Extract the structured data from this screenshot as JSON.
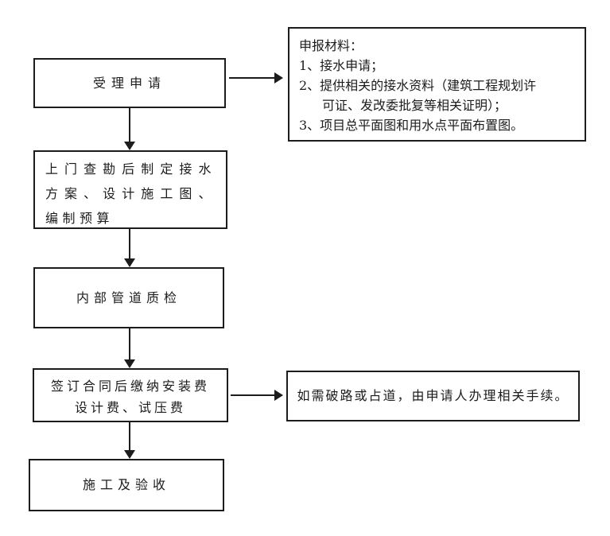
{
  "diagram": {
    "type": "flowchart",
    "steps": {
      "step1": "受理申请",
      "step2": "上门查勘后制定接水方案、设计施工图、编制预算",
      "step3": "内部管道质检",
      "step4_line1": "签订合同后缴纳安装费",
      "step4_line2": "设计费、试压费",
      "step5": "施工及验收"
    },
    "materials_box": {
      "lines": [
        "申报材料：",
        "1、接水申请；",
        "2、提供相关的接水资料（建筑工程规划许",
        "可证、发改委批复等相关证明）；",
        "3、项目总平面图和用水点平面布置图。"
      ]
    },
    "note_box": "如需破路或占道，由申请人办理相关手续。",
    "colors": {
      "line": "#1c1c1c",
      "background": "#ffffff"
    }
  }
}
